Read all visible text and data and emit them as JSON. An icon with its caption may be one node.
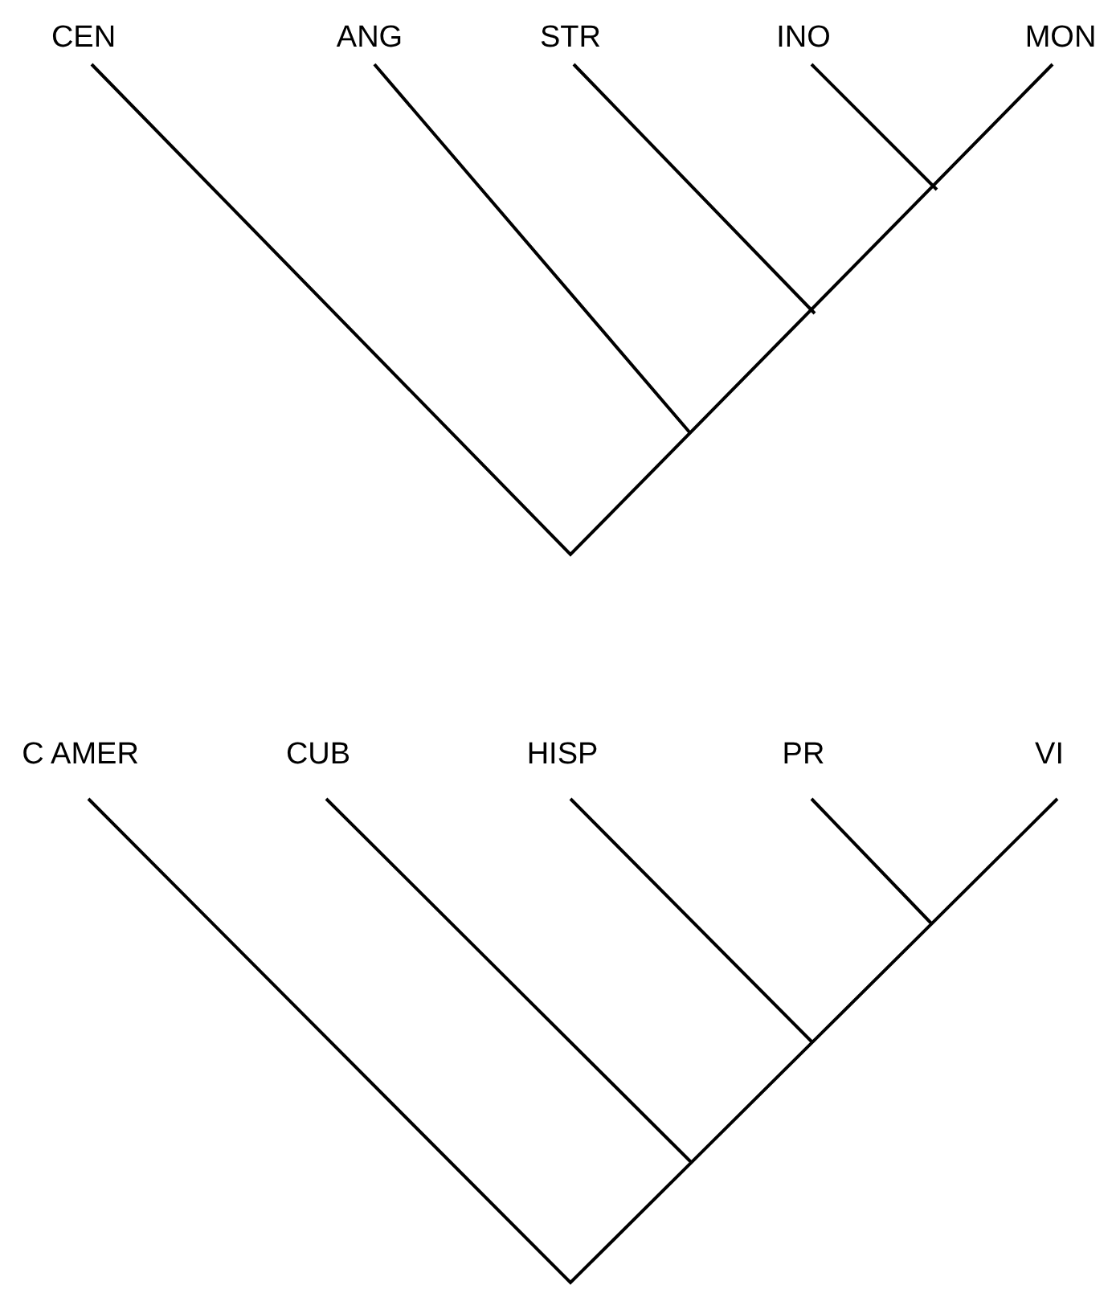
{
  "diagram": {
    "labels": [
      "CEN",
      "ANG",
      "STR",
      "INO",
      "MON",
      "C AMER",
      "CUB",
      "HISP",
      "PR",
      "VI"
    ]
  }
}
